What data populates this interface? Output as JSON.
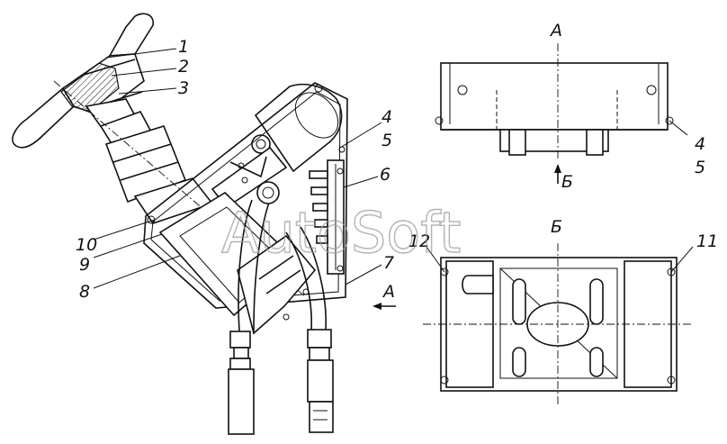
{
  "watermark": "AutoSoft",
  "views": {
    "view_a_title": "А",
    "view_b_title": "Б",
    "arrow_a_label": "А",
    "arrow_b_label": "Б"
  },
  "callouts": {
    "c1": "1",
    "c2": "2",
    "c3": "3",
    "c4": "4",
    "c5": "5",
    "c6": "6",
    "c7": "7",
    "c8": "8",
    "c9": "9",
    "c10": "10",
    "c4b": "4",
    "c5b": "5",
    "c11": "11",
    "c12": "12"
  }
}
